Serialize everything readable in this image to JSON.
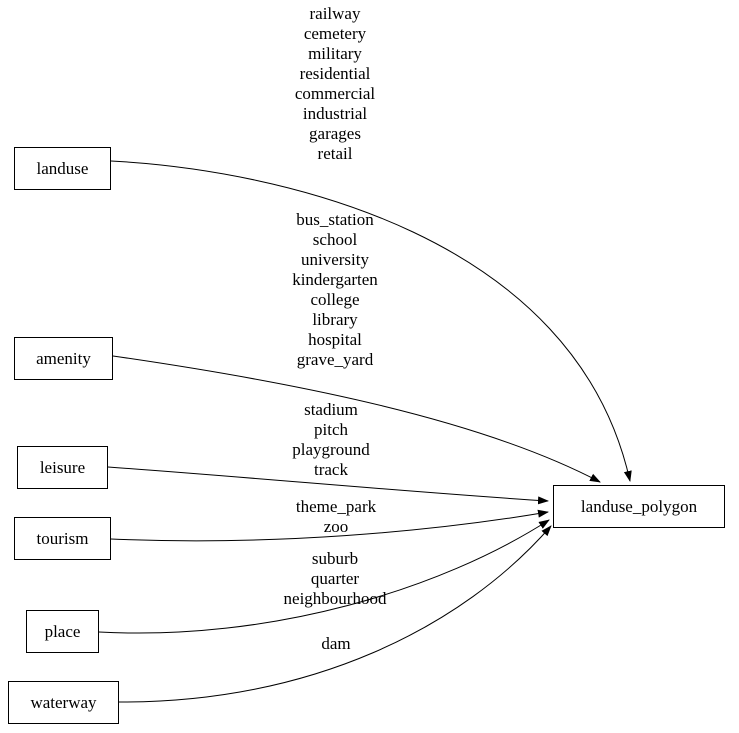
{
  "diagram": {
    "type": "graph",
    "direction": "left-to-right"
  },
  "nodes": {
    "landuse": "landuse",
    "amenity": "amenity",
    "leisure": "leisure",
    "tourism": "tourism",
    "place": "place",
    "waterway": "waterway",
    "landuse_polygon": "landuse_polygon"
  },
  "edges": [
    {
      "from": "landuse",
      "to": "landuse_polygon",
      "values": [
        "railway",
        "cemetery",
        "military",
        "residential",
        "commercial",
        "industrial",
        "garages",
        "retail"
      ]
    },
    {
      "from": "amenity",
      "to": "landuse_polygon",
      "values": [
        "bus_station",
        "school",
        "university",
        "kindergarten",
        "college",
        "library",
        "hospital",
        "grave_yard"
      ]
    },
    {
      "from": "leisure",
      "to": "landuse_polygon",
      "values": [
        "stadium",
        "pitch",
        "playground",
        "track"
      ]
    },
    {
      "from": "tourism",
      "to": "landuse_polygon",
      "values": [
        "theme_park",
        "zoo"
      ]
    },
    {
      "from": "place",
      "to": "landuse_polygon",
      "values": [
        "suburb",
        "quarter",
        "neighbourhood"
      ]
    },
    {
      "from": "waterway",
      "to": "landuse_polygon",
      "values": [
        "dam"
      ]
    }
  ],
  "colors": {
    "line": "#000000",
    "node_border": "#000000",
    "background": "#ffffff",
    "text": "#000000"
  }
}
